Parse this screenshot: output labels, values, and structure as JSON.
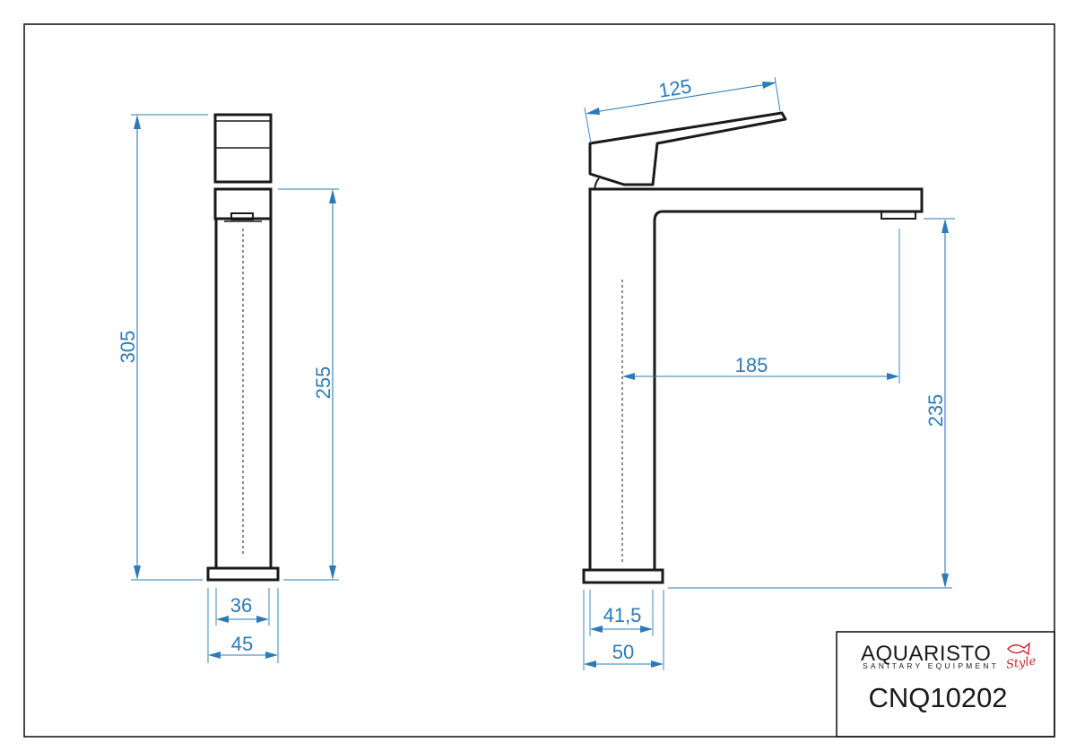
{
  "dimensions": {
    "total_height": "305",
    "body_height": "255",
    "handle_length": "125",
    "spout_reach": "185",
    "spout_height": "235",
    "body_width_front": "36",
    "base_width_front": "45",
    "body_width_side": "41,5",
    "base_width_side": "50"
  },
  "title_block": {
    "brand_logo": "AQUARISTO",
    "brand_subtitle": "SANITARY EQUIPMENT",
    "brand_style": "Style",
    "product_code": "CNQ10202"
  },
  "colors": {
    "dimension": "#2b7bb9",
    "outline": "#1a1a1a",
    "logo_accent": "#d4212b"
  }
}
